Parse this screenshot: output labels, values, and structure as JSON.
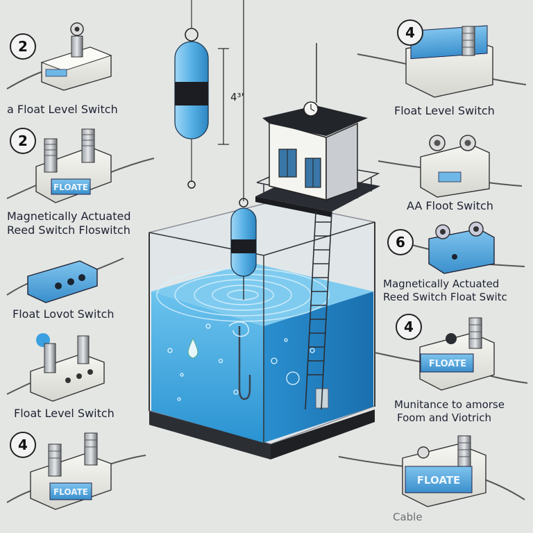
{
  "numbers": {
    "left_top": "2",
    "left_second": "2",
    "left_bottom": "4",
    "right_top": "4",
    "right_middle": "6",
    "right_lower": "4"
  },
  "labels": {
    "left_1": "a Float Level Switch",
    "left_2_line1": "Magnetically Actuated",
    "left_2_line2": "Reed Switch Floswitch",
    "left_3": "Float Lovot Switch",
    "left_4": "Float Level Switch",
    "right_1": "Float Level Switch",
    "right_2": "AA  Floot Switch",
    "right_3_line1": "Magnetically Actuated",
    "right_3_line2": "Reed Switch Float Switc",
    "right_4_line1": "Munitance to amorse",
    "right_4_line2": "Foom and Viotrich",
    "bottom_caption": "Cable",
    "dimension": "4³'"
  },
  "switch_text": {
    "left_second": "FLOATE",
    "right_lower": "FLOATE",
    "left_bottom": "FLOATE",
    "right_bottom": "FLOATE"
  },
  "colors": {
    "water": "#3aa5dc",
    "water_dark": "#1f86c4",
    "float_body": "#5bb3e6",
    "switch_blue": "#4a9fd6",
    "switch_white": "#f1f1ec",
    "ink": "#1c2230",
    "background": "#e4e6e4"
  }
}
